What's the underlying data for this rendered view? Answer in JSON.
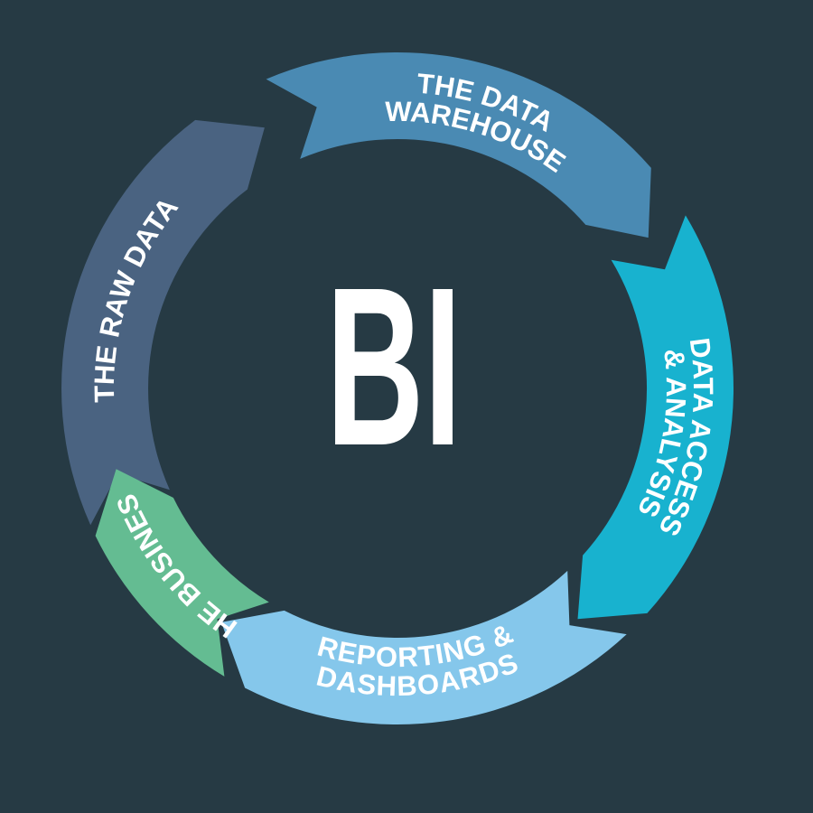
{
  "center": {
    "title": "BI",
    "color": "#ffffff"
  },
  "background_color": "#263a44",
  "segments": [
    {
      "id": "raw-data",
      "lines": [
        "THE RAW DATA"
      ],
      "color": "#4a6381"
    },
    {
      "id": "data-warehouse",
      "lines": [
        "THE DATA",
        "WAREHOUSE"
      ],
      "color": "#4a8ab3"
    },
    {
      "id": "data-access",
      "lines": [
        "DATA ACCESS",
        "& ANALYSIS"
      ],
      "color": "#18b2cf"
    },
    {
      "id": "reporting",
      "lines": [
        "REPORTING &",
        "DASHBOARDS"
      ],
      "color": "#85c7eb"
    },
    {
      "id": "business",
      "lines": [
        "THE BUSINESS"
      ],
      "color": "#64bc92"
    }
  ]
}
